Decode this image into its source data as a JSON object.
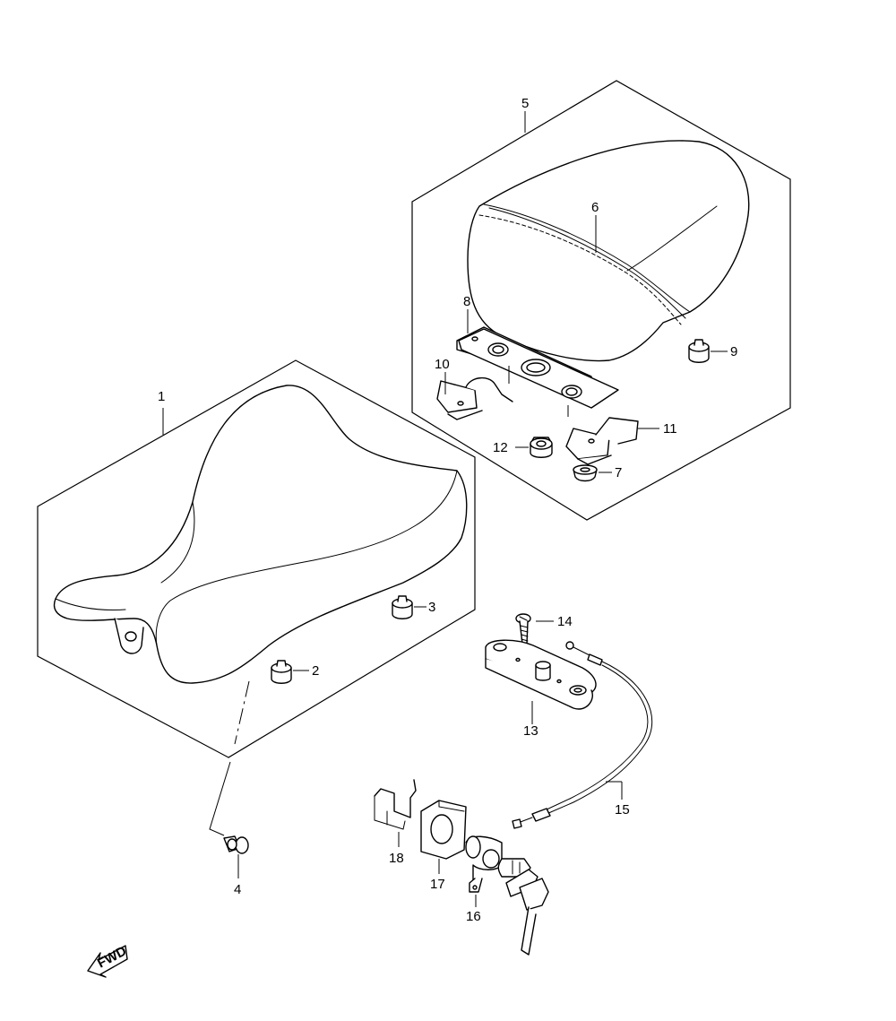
{
  "diagram": {
    "callouts": {
      "p1": "1",
      "p2": "2",
      "p3": "3",
      "p4": "4",
      "p5": "5",
      "p6": "6",
      "p7": "7",
      "p8": "8",
      "p9": "9",
      "p10": "10",
      "p11": "11",
      "p12": "12",
      "p13": "13",
      "p14": "14",
      "p15": "15",
      "p16": "16",
      "p17": "17",
      "p18": "18"
    },
    "fwd_label": "FWD"
  }
}
